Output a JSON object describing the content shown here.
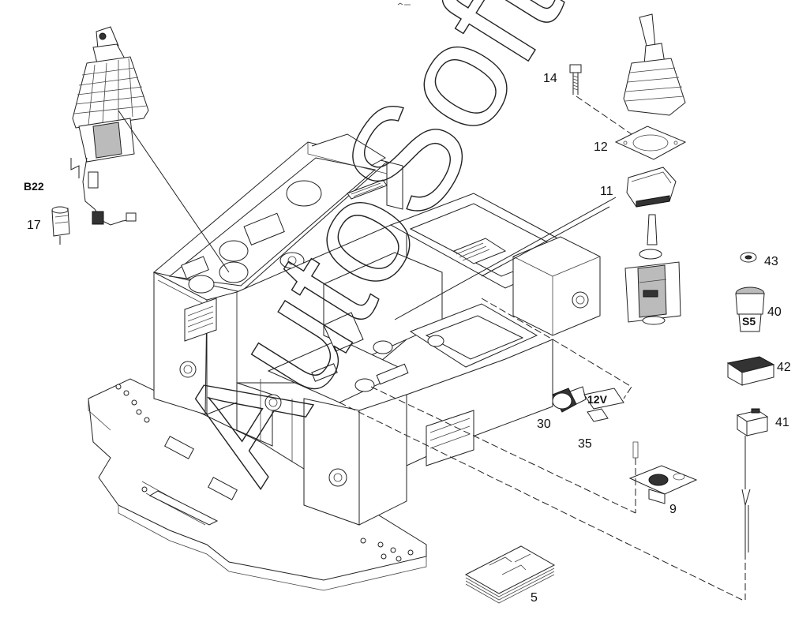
{
  "labels": {
    "p14": "14",
    "p12": "12",
    "p11": "11",
    "b22": "B22",
    "p17": "17",
    "p43": "43",
    "p40": "40",
    "s5": "S5",
    "p42": "42",
    "p41": "41",
    "p30": "30",
    "v12": "12V",
    "p35": "35",
    "p9": "9",
    "p5": "5"
  },
  "watermark": "AutoSoft"
}
